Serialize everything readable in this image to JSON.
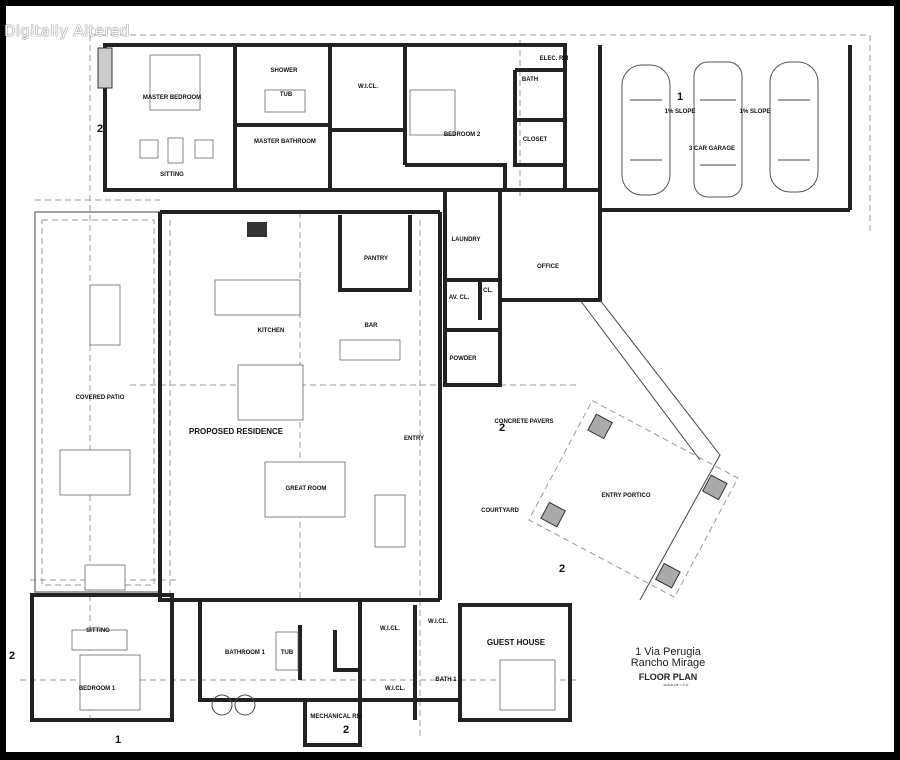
{
  "watermark": "Digitally Altered",
  "title_block": {
    "address_line1": "1 Via Perugia",
    "address_line2": "Rancho Mirage",
    "sheet_title": "FLOOR PLAN",
    "scale": "SCALE 1/8\" = 1'-0\""
  },
  "rooms": {
    "master_bedroom": "MASTER BEDROOM",
    "master_bathroom": "MASTER BATHROOM",
    "master_sitting": "SITTING",
    "master_wicl": "W.I.CL.",
    "master_tub": "TUB",
    "shower": "SHOWER",
    "bedroom2": "BEDROOM 2",
    "elec_rm": "ELEC. RM",
    "bath": "BATH",
    "closet": "CLOSET",
    "garage": "3 CAR GARAGE",
    "slope": "1% SLOPE",
    "laundry": "LAUNDRY",
    "office": "OFFICE",
    "pantry": "PANTRY",
    "kitchen": "KITCHEN",
    "bar": "BAR",
    "av_cl": "AV. CL.",
    "cl": "CL.",
    "powder": "POWDER",
    "covered_patio": "COVERED PATIO",
    "proposed_residence": "PROPOSED RESIDENCE",
    "entry": "ENTRY",
    "concrete_pavers": "CONCRETE PAVERS",
    "great_room": "GREAT ROOM",
    "courtyard": "COURTYARD",
    "entry_portico": "ENTRY PORTICO",
    "bedroom1_sitting": "SITTING",
    "bedroom1": "BEDROOM 1",
    "bathroom1": "BATHROOM 1",
    "bathroom1_tub": "TUB",
    "wicl_a": "W.I.CL.",
    "wicl_b": "W.I.CL.",
    "wicl_guest": "W.I.CL.",
    "guest_house": "GUEST HOUSE",
    "guest_bath": "BATH 1",
    "mechanical_rm": "MECHANICAL RM"
  },
  "revision_tags": [
    "1",
    "2"
  ]
}
